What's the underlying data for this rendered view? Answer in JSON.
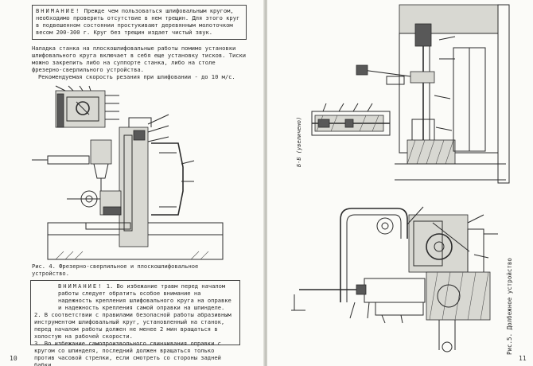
{
  "left_page": {
    "warning_top": {
      "title": "ВНИМАНИЕ!",
      "text": "Прежде чем пользоваться шлифовальным кругом, необходимо проверить отсутствие в нем трещин. Для этого круг в подвешенном состоянии простукивают деревянным молоточком весом 200-300 г. Круг без трещин издает чистый звук."
    },
    "paragraph_1": "Наладка станка на плоскошлифовальные работы помимо установки шлифовального круга включает в себя еще установку тисков. Тиски можно закрепить либо на суппорте станка, либо на столе фрезерно-сверлильного устройства.",
    "paragraph_2": "Рекомендуемая скорость резания при шлифовании - до 10 м/с.",
    "figure_caption": "Рис. 4. Фрезерно-сверлильное и плоскошлифовальное устройство.",
    "warning_bottom": {
      "title": "ВНИМАНИЕ!",
      "item_1": "1. Во избежание травм перед началом работы следует обратить особое внимание на надежность крепления шлифовального круга на оправке и надежность крепления самой оправки на шпинделе.",
      "item_2": "2. В соответствии с правилами безопасной работы абразивным инструментом шлифовальный круг, установленный на станок, перед началом работы должен не менее 2 мин вращаться в холостую на рабочей скорости.",
      "item_3": "3. Во избежание самопроизвольного свинчивания оправки с кругом со шпинделя, последний должен вращаться только против часовой стрелки, если смотреть со стороны задней бабки."
    },
    "page_number": "10"
  },
  "right_page": {
    "section_label": "Б-Б (увеличено)",
    "figure_caption": "Рис.5. Долбежное устройство",
    "page_number": "11"
  }
}
